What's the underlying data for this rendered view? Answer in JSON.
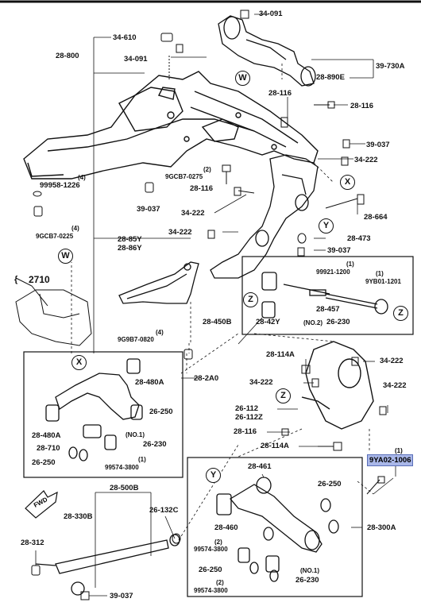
{
  "labels": {
    "l_34_091a": "34-091",
    "l_34_610": "34-610",
    "l_28_800": "28-800",
    "l_34_091b": "34-091",
    "l_39_730a": "39-730A",
    "l_28_890e": "28-890E",
    "l_28_116a": "28-116",
    "l_28_116b": "28-116",
    "l_39_037a": "39-037",
    "l_34_222a": "34-222",
    "l_99958_1226": "99958-1226",
    "l_q4a": "(4)",
    "l_q4b": "(4)",
    "l_9gcb7_0225": "9GCB7-0225",
    "l_q2a": "(2)",
    "l_9gcb7_0275": "9GCB7-0275",
    "l_28_116c": "28-116",
    "l_39_037b": "39-037",
    "l_34_222b": "34-222",
    "l_28_664": "28-664",
    "l_2710": "2710",
    "l_28_85y": "28-85Y",
    "l_28_86y": "28-86Y",
    "l_34_222c": "34-222",
    "l_28_473": "28-473",
    "l_39_037c": "39-037",
    "l_q1a": "(1)",
    "l_99921_1200": "99921-1200",
    "l_q1b": "(1)",
    "l_9yb01_1201": "9YB01-1201",
    "l_28_457": "28-457",
    "l_28_450b": "28-450B",
    "l_28_42y": "28-42Y",
    "l_no2": "(NO.2)",
    "l_26_230a": "26-230",
    "l_q4c": "(4)",
    "l_9g9b7_0820": "9G9B7-0820",
    "l_28_2a0": "28-2A0",
    "l_28_480a_1": "28-480A",
    "l_26_250a": "26-250",
    "l_28_480a_2": "28-480A",
    "l_28_710": "28-710",
    "l_no1a": "(NO.1)",
    "l_26_230b": "26-230",
    "l_26_250b": "26-250",
    "l_q1c": "(1)",
    "l_99574_3800a": "99574-3800",
    "l_28_114a_1": "28-114A",
    "l_34_222d": "34-222",
    "l_34_222e": "34-222",
    "l_34_222f": "34-222",
    "l_26_112": "26-112",
    "l_26_112z": "26-112Z",
    "l_28_116d": "28-116",
    "l_28_114a_2": "28-114A",
    "l_q1d": "(1)",
    "l_9ya02_1006": "9YA02-1006",
    "l_28_500b": "28-500B",
    "l_28_330b": "28-330B",
    "l_26_132c": "26-132C",
    "l_28_312": "28-312",
    "l_39_037d": "39-037",
    "l_fwd": "FWD",
    "l_28_461": "28-461",
    "l_26_250c": "26-250",
    "l_28_460": "28-460",
    "l_q2b": "(2)",
    "l_99574_3800b": "99574-3800",
    "l_26_250d": "26-250",
    "l_no1b": "(NO.1)",
    "l_q2c": "(2)",
    "l_99574_3800c": "99574-3800",
    "l_26_230c": "26-230",
    "l_28_300a": "28-300A"
  },
  "callouts": {
    "w1": "W",
    "w2": "W",
    "x1": "X",
    "x2": "X",
    "y1": "Y",
    "y2": "Y",
    "z1": "Z",
    "z2": "Z",
    "z3": "Z"
  },
  "colors": {
    "highlight": "#a9b7e8",
    "line": "#111111"
  }
}
